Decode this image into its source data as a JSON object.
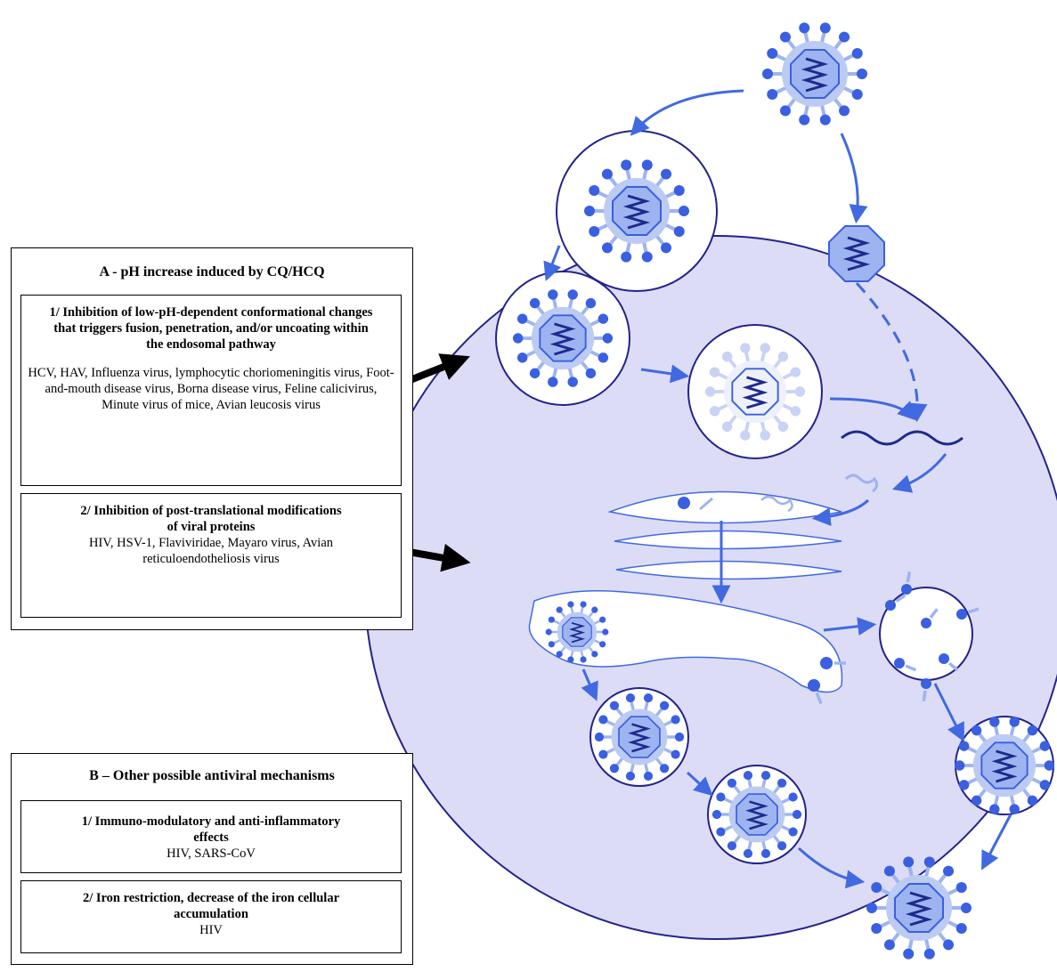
{
  "section_a": {
    "title": "A - pH increase induced by CQ/HCQ",
    "item1": {
      "title": "1/ Inhibition of low-pH-dependent conformational changes that triggers fusion, penetration, and/or uncoating within the endosomal pathway",
      "viruses": "HCV, HAV, Influenza virus, lymphocytic choriomeningitis virus, Foot-and-mouth disease virus, Borna disease virus, Feline calicivirus, Minute virus of mice, Avian leucosis virus"
    },
    "item2": {
      "title": "2/ Inhibition of post-translational modifications of viral proteins",
      "viruses": "HIV, HSV-1, Flaviviridae, Mayaro virus, Avian reticuloendotheliosis virus"
    }
  },
  "section_b": {
    "title": "B – Other possible antiviral mechanisms",
    "item1": {
      "title": "1/ Immuno-modulatory and anti-inflammatory effects",
      "viruses": "HIV, SARS-CoV"
    },
    "item2": {
      "title": "2/ Iron restriction, decrease of the iron cellular accumulation",
      "viruses": "HIV"
    }
  },
  "colors": {
    "cell_fill": "#dcdcf6",
    "membrane": "#23238c",
    "arrow": "#4169e1",
    "virus_dark": "#3a5fe0",
    "virus_light": "#9eb4f0",
    "genome": "#1e2a8c",
    "pointer_arrow": "#000000"
  }
}
